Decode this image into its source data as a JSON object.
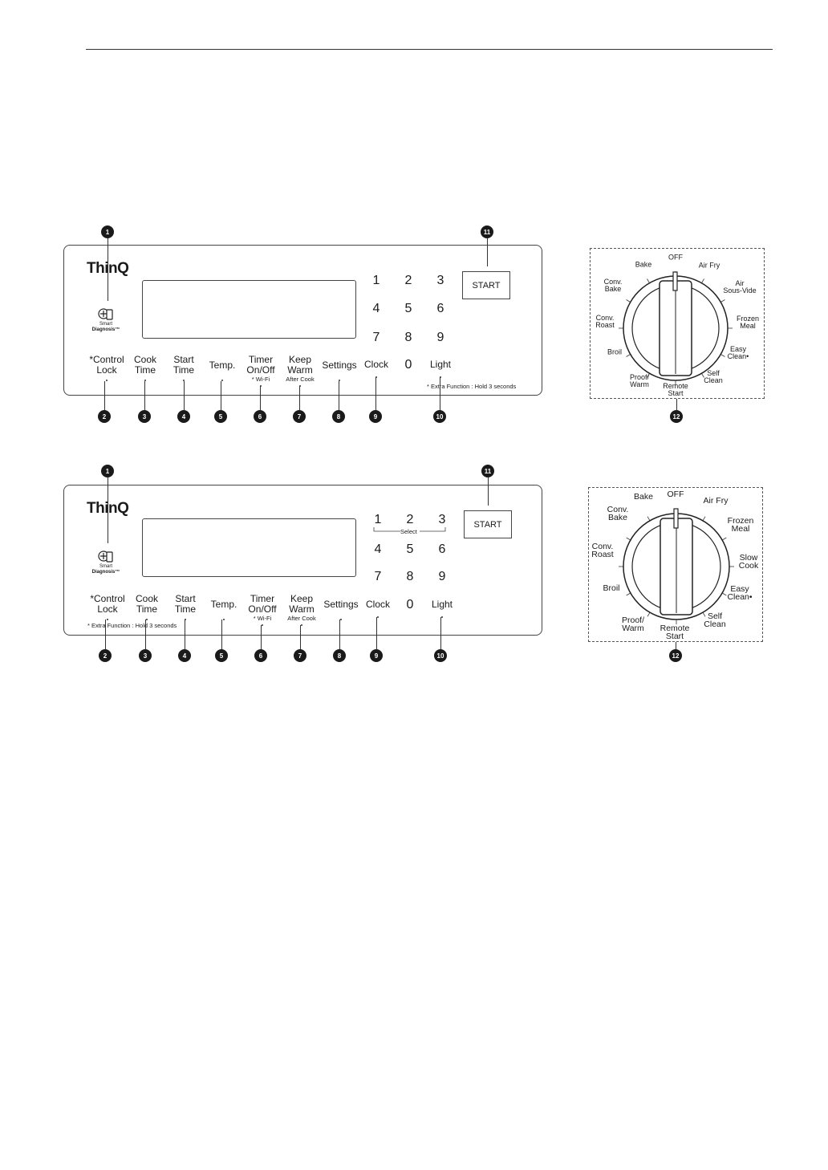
{
  "diagrams": [
    {
      "logo": "ThinQ",
      "smart_diagnosis": [
        "Smart",
        "Diagnosis™"
      ],
      "keypad": [
        "1",
        "2",
        "3",
        "4",
        "5",
        "6",
        "7",
        "8",
        "9"
      ],
      "zero": "0",
      "select_label": "",
      "buttons": [
        {
          "line1": "*Control",
          "line2": "Lock",
          "sub": ""
        },
        {
          "line1": "Cook",
          "line2": "Time",
          "sub": ""
        },
        {
          "line1": "Start",
          "line2": "Time",
          "sub": ""
        },
        {
          "line1": "Temp.",
          "line2": "",
          "sub": ""
        },
        {
          "line1": "Timer",
          "line2": "On/Off",
          "sub": "* Wi-Fi"
        },
        {
          "line1": "Keep",
          "line2": "Warm",
          "sub": "After Cook"
        },
        {
          "line1": "Settings",
          "line2": "",
          "sub": ""
        },
        {
          "line1": "Clock",
          "line2": "",
          "sub": ""
        },
        {
          "line1": "Light",
          "line2": "",
          "sub": ""
        }
      ],
      "start_label": "START",
      "extra_note": "* Extra Function : Hold 3 seconds",
      "callouts": [
        "1",
        "2",
        "3",
        "4",
        "5",
        "6",
        "7",
        "8",
        "9",
        "10",
        "11",
        "12"
      ],
      "knob_labels": [
        {
          "l1": "OFF",
          "l2": ""
        },
        {
          "l1": "Air Fry",
          "l2": ""
        },
        {
          "l1": "Air",
          "l2": "Sous-Vide"
        },
        {
          "l1": "Frozen",
          "l2": "Meal"
        },
        {
          "l1": "Easy",
          "l2": "Clean"
        },
        {
          "l1": "Self",
          "l2": "Clean"
        },
        {
          "l1": "Remote",
          "l2": "Start"
        },
        {
          "l1": "Proof/",
          "l2": "Warm"
        },
        {
          "l1": "Broil",
          "l2": ""
        },
        {
          "l1": "Conv.",
          "l2": "Roast"
        },
        {
          "l1": "Conv.",
          "l2": "Bake"
        },
        {
          "l1": "Bake",
          "l2": ""
        }
      ],
      "knob_dot": "•"
    },
    {
      "logo": "ThinQ",
      "smart_diagnosis": [
        "Smart",
        "Diagnosis™"
      ],
      "keypad": [
        "1",
        "2",
        "3",
        "4",
        "5",
        "6",
        "7",
        "8",
        "9"
      ],
      "zero": "0",
      "select_label": "Select",
      "buttons": [
        {
          "line1": "*Control",
          "line2": "Lock",
          "sub": ""
        },
        {
          "line1": "Cook",
          "line2": "Time",
          "sub": ""
        },
        {
          "line1": "Start",
          "line2": "Time",
          "sub": ""
        },
        {
          "line1": "Temp.",
          "line2": "",
          "sub": ""
        },
        {
          "line1": "Timer",
          "line2": "On/Off",
          "sub": "* Wi-Fi"
        },
        {
          "line1": "Keep",
          "line2": "Warm",
          "sub": "After Cook"
        },
        {
          "line1": "Settings",
          "line2": "",
          "sub": ""
        },
        {
          "line1": "Clock",
          "line2": "",
          "sub": ""
        },
        {
          "line1": "Light",
          "line2": "",
          "sub": ""
        }
      ],
      "start_label": "START",
      "extra_note": "* Extra Function : Hold 3 seconds",
      "callouts": [
        "1",
        "2",
        "3",
        "4",
        "5",
        "6",
        "7",
        "8",
        "9",
        "10",
        "11",
        "12"
      ],
      "knob_labels": [
        {
          "l1": "OFF",
          "l2": ""
        },
        {
          "l1": "Air Fry",
          "l2": ""
        },
        {
          "l1": "Frozen",
          "l2": "Meal"
        },
        {
          "l1": "Slow",
          "l2": "Cook"
        },
        {
          "l1": "Easy",
          "l2": "Clean"
        },
        {
          "l1": "Self",
          "l2": "Clean"
        },
        {
          "l1": "Remote",
          "l2": "Start"
        },
        {
          "l1": "Proof/",
          "l2": "Warm"
        },
        {
          "l1": "Broil",
          "l2": ""
        },
        {
          "l1": "Conv.",
          "l2": "Roast"
        },
        {
          "l1": "Conv.",
          "l2": "Bake"
        },
        {
          "l1": "Bake",
          "l2": ""
        }
      ],
      "knob_dot": "•"
    }
  ]
}
